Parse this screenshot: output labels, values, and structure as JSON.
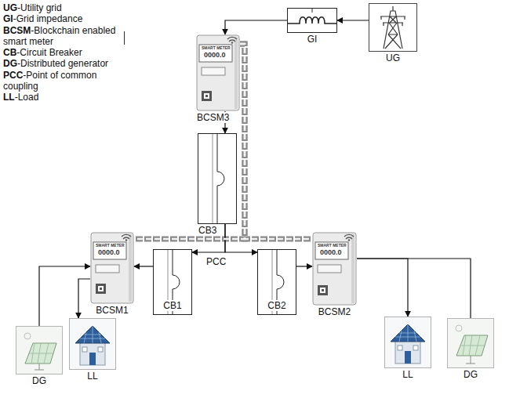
{
  "diagram": {
    "nodes": [
      {
        "text": [
          "GI"
        ]
      },
      {
        "text": [
          "UG"
        ]
      },
      {
        "text": [
          "BCSM3"
        ]
      },
      {
        "text": [
          "CB3"
        ]
      },
      {
        "text": [
          "BCSM1"
        ]
      },
      {
        "text": [
          "CB1"
        ]
      },
      {
        "text": [
          "CB2"
        ]
      },
      {
        "text": [
          "BCSM2"
        ]
      },
      {
        "text": [
          "DG"
        ]
      },
      {
        "text": [
          "LL"
        ]
      },
      {
        "text": [
          "LL"
        ]
      },
      {
        "text": [
          "DG"
        ]
      }
    ],
    "edges": [
      {
        "from": 1,
        "to": 0,
        "arrow": "to"
      },
      {
        "from": 0,
        "to": 2,
        "arrow": "to"
      },
      {
        "from": 2,
        "to": 3,
        "arrow": "to"
      },
      {
        "from": 3,
        "to": 5,
        "arrow": "to"
      },
      {
        "from": 3,
        "to": 6,
        "arrow": "to"
      },
      {
        "from": 5,
        "to": 4,
        "arrow": "to"
      },
      {
        "from": 6,
        "to": 7,
        "arrow": "to"
      },
      {
        "from": 4,
        "to": 9,
        "arrow": "to"
      },
      {
        "from": 8,
        "to": 4,
        "arrow": "to"
      },
      {
        "from": 7,
        "to": 10,
        "arrow": "to"
      },
      {
        "from": 11,
        "to": 7,
        "arrow": "none"
      },
      {
        "from": 2,
        "to": 4,
        "arrow": "none"
      },
      {
        "from": 2,
        "to": 7,
        "arrow": "none"
      }
    ],
    "labels": [
      "UG-Utility grid",
      "GI-Grid impedance",
      "BCSM-Blockchain enabled smart meter",
      "CB-Circuit Breaker",
      "DG-Distributed generator",
      "PCC-Point of common coupling",
      "LL-Load",
      "PCC",
      "SMART METER",
      "0000.0",
      "SMART METER",
      "0000.0",
      "SMART METER",
      "0000.0"
    ]
  }
}
